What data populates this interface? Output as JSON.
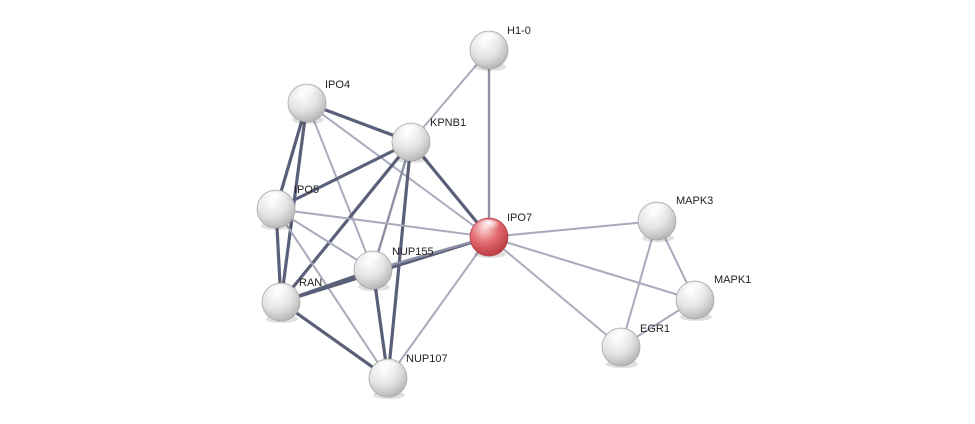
{
  "colors": {
    "edge_strong": "#5b607a",
    "edge_medium": "#8d90a6",
    "edge_light": "#a9abbc",
    "node_default": "#ececec",
    "node_query": "#d9484e"
  },
  "network": {
    "nodes": [
      {
        "id": "H1-0",
        "label": "H1-0",
        "query": false
      },
      {
        "id": "IPO4",
        "label": "IPO4",
        "query": false
      },
      {
        "id": "KPNB1",
        "label": "KPNB1",
        "query": false
      },
      {
        "id": "IPO5",
        "label": "IPO5",
        "query": false
      },
      {
        "id": "IPO7",
        "label": "IPO7",
        "query": true
      },
      {
        "id": "MAPK3",
        "label": "MAPK3",
        "query": false
      },
      {
        "id": "NUP155",
        "label": "NUP155",
        "query": false
      },
      {
        "id": "RAN",
        "label": "RAN",
        "query": false
      },
      {
        "id": "MAPK1",
        "label": "MAPK1",
        "query": false
      },
      {
        "id": "EGR1",
        "label": "EGR1",
        "query": false
      },
      {
        "id": "NUP107",
        "label": "NUP107",
        "query": false
      }
    ],
    "edges": [
      {
        "source": "H1-0",
        "target": "KPNB1",
        "strength": "light"
      },
      {
        "source": "H1-0",
        "target": "IPO7",
        "strength": "medium"
      },
      {
        "source": "IPO4",
        "target": "KPNB1",
        "strength": "strong"
      },
      {
        "source": "IPO4",
        "target": "IPO5",
        "strength": "strong"
      },
      {
        "source": "IPO4",
        "target": "RAN",
        "strength": "strong"
      },
      {
        "source": "IPO4",
        "target": "NUP155",
        "strength": "light"
      },
      {
        "source": "IPO4",
        "target": "IPO7",
        "strength": "light"
      },
      {
        "source": "KPNB1",
        "target": "IPO5",
        "strength": "strong"
      },
      {
        "source": "KPNB1",
        "target": "RAN",
        "strength": "strong"
      },
      {
        "source": "KPNB1",
        "target": "NUP155",
        "strength": "medium"
      },
      {
        "source": "KPNB1",
        "target": "NUP107",
        "strength": "strong"
      },
      {
        "source": "KPNB1",
        "target": "IPO7",
        "strength": "strong"
      },
      {
        "source": "IPO5",
        "target": "RAN",
        "strength": "strong"
      },
      {
        "source": "IPO5",
        "target": "NUP155",
        "strength": "light"
      },
      {
        "source": "IPO5",
        "target": "IPO7",
        "strength": "light"
      },
      {
        "source": "IPO5",
        "target": "NUP107",
        "strength": "light"
      },
      {
        "source": "RAN",
        "target": "NUP155",
        "strength": "strong"
      },
      {
        "source": "RAN",
        "target": "NUP107",
        "strength": "strong"
      },
      {
        "source": "RAN",
        "target": "IPO7",
        "strength": "strong"
      },
      {
        "source": "NUP155",
        "target": "NUP107",
        "strength": "strong"
      },
      {
        "source": "NUP155",
        "target": "IPO7",
        "strength": "medium"
      },
      {
        "source": "NUP107",
        "target": "IPO7",
        "strength": "light"
      },
      {
        "source": "IPO7",
        "target": "MAPK3",
        "strength": "light"
      },
      {
        "source": "IPO7",
        "target": "MAPK1",
        "strength": "light"
      },
      {
        "source": "IPO7",
        "target": "EGR1",
        "strength": "light"
      },
      {
        "source": "MAPK3",
        "target": "MAPK1",
        "strength": "light"
      },
      {
        "source": "MAPK3",
        "target": "EGR1",
        "strength": "light"
      },
      {
        "source": "MAPK1",
        "target": "EGR1",
        "strength": "light"
      }
    ]
  }
}
